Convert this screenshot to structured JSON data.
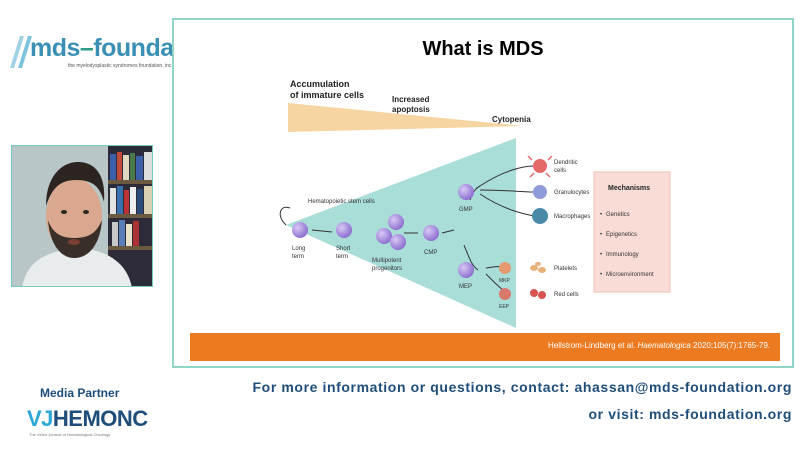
{
  "logo": {
    "brand_prefix": "mds",
    "brand_suffix": "foundation",
    "tagline": "the myelodysplastic syndromes foundation, inc."
  },
  "slide": {
    "title": "What is MDS",
    "labels": {
      "accumulation_line1": "Accumulation",
      "accumulation_line2": "of immature cells",
      "increased_line1": "Increased",
      "increased_line2": "apoptosis",
      "cytopenia": "Cytopenia",
      "hsc": "Hematopoietic stem cells",
      "long_line1": "Long",
      "long_line2": "term",
      "short_line1": "Short",
      "short_line2": "term",
      "multi_line1": "Multipotent",
      "multi_line2": "progenitors",
      "cmp": "CMP",
      "gmp": "GMP",
      "mep": "MEP",
      "mkp": "MKP",
      "eep": "EEP",
      "dendritic_line1": "Dendritic",
      "dendritic_line2": "cells",
      "granulocytes": "Granulocytes",
      "macrophages": "Macrophages",
      "platelets": "Platelets",
      "red_cells": "Red cells"
    },
    "mechanisms": {
      "title": "Mechanisms",
      "items": [
        "Genetics",
        "Epigenetics",
        "Immunology",
        "Microenvironment"
      ]
    },
    "citation": {
      "authors": "Hellstrom-Lindberg et al.",
      "journal": "Haematologica",
      "ref": "2020;105(7):1765-79."
    }
  },
  "footer": {
    "media_partner": "Media Partner",
    "vj_prefix": "VJ",
    "vj_suffix": "HEMONC",
    "vj_tagline": "The Video Journal of Hematological Oncology",
    "contact": "For more information or questions, contact: ahassan@mds-foundation.org",
    "visit": "or visit: mds-foundation.org"
  },
  "colors": {
    "accent_teal": "#8fd6c7",
    "citation_bar": "#ec7a21",
    "text_navy": "#1f4d7a",
    "cell_purple": "#9b7fd6",
    "mechanisms_bg": "#f9dcd6"
  }
}
